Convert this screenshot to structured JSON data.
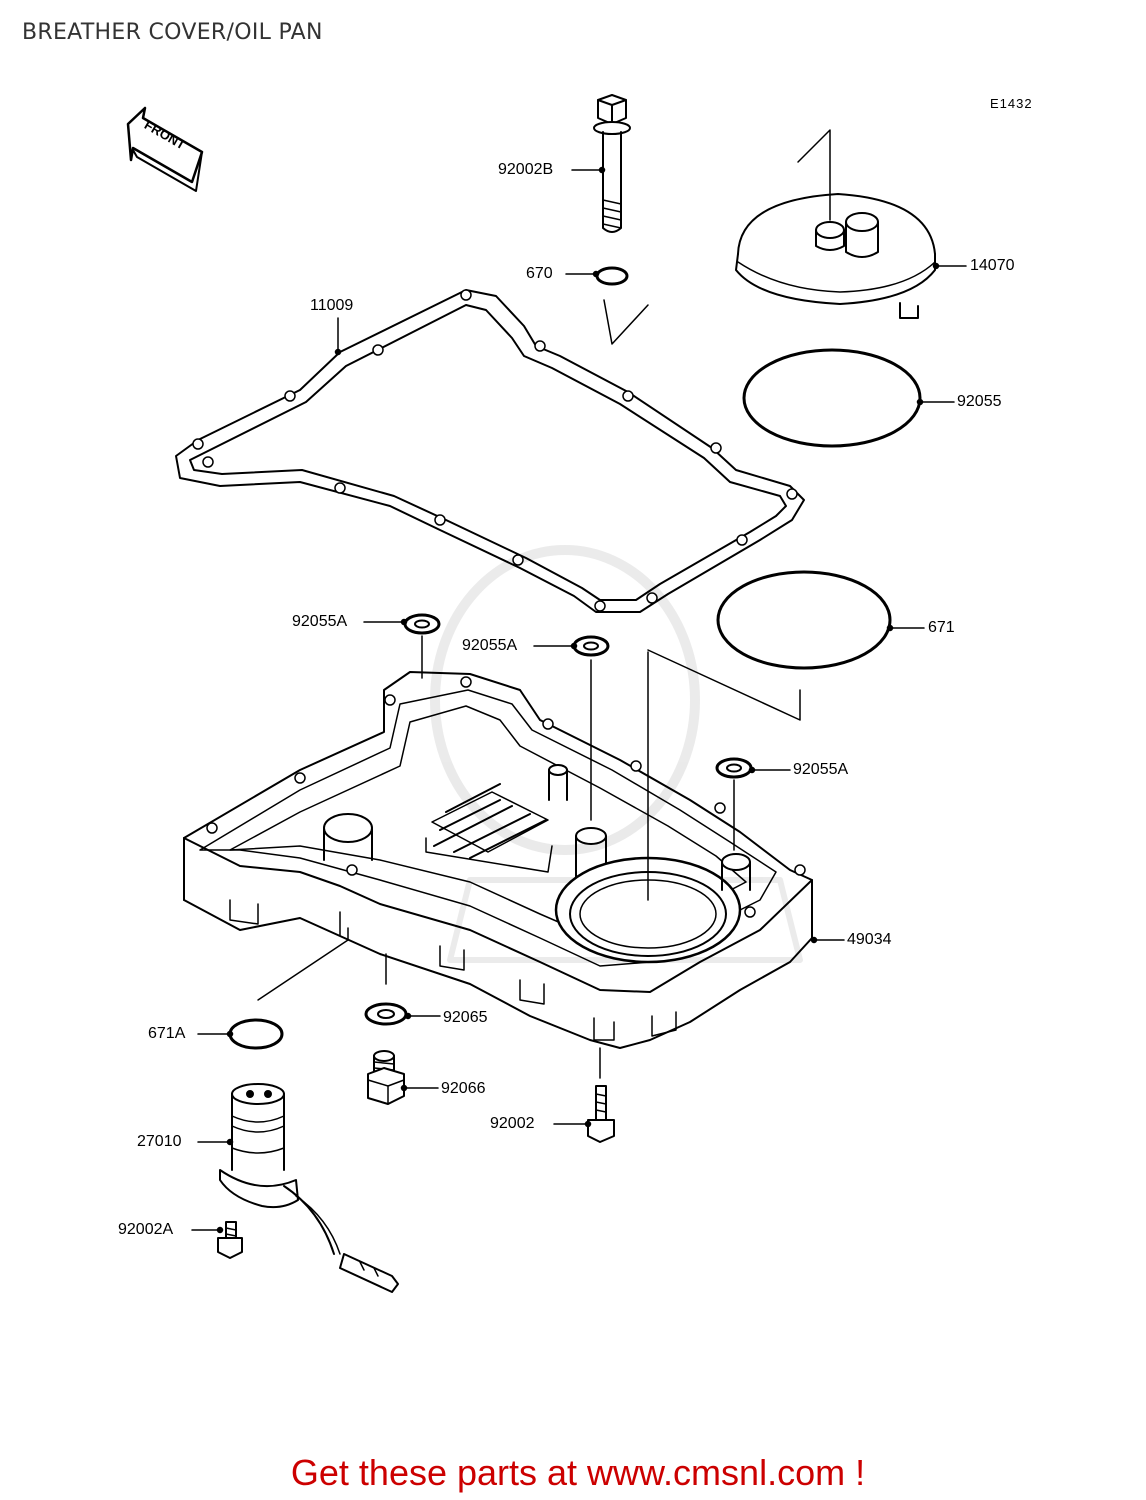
{
  "title": "BREATHER COVER/OIL PAN",
  "diagram_code": "E1432",
  "front_label": "FRONT",
  "parts": [
    {
      "code": "92002B"
    },
    {
      "code": "670"
    },
    {
      "code": "14070"
    },
    {
      "code": "11009"
    },
    {
      "code": "92055"
    },
    {
      "code": "92055A"
    },
    {
      "code": "92055A"
    },
    {
      "code": "671"
    },
    {
      "code": "92055A"
    },
    {
      "code": "49034"
    },
    {
      "code": "671A"
    },
    {
      "code": "92065"
    },
    {
      "code": "92066"
    },
    {
      "code": "92002"
    },
    {
      "code": "27010"
    },
    {
      "code": "92002A"
    }
  ],
  "footer": "Get these parts at www.cmsnl.com !",
  "colors": {
    "footer": "#cc0000",
    "title": "#333333",
    "line": "#000000"
  }
}
